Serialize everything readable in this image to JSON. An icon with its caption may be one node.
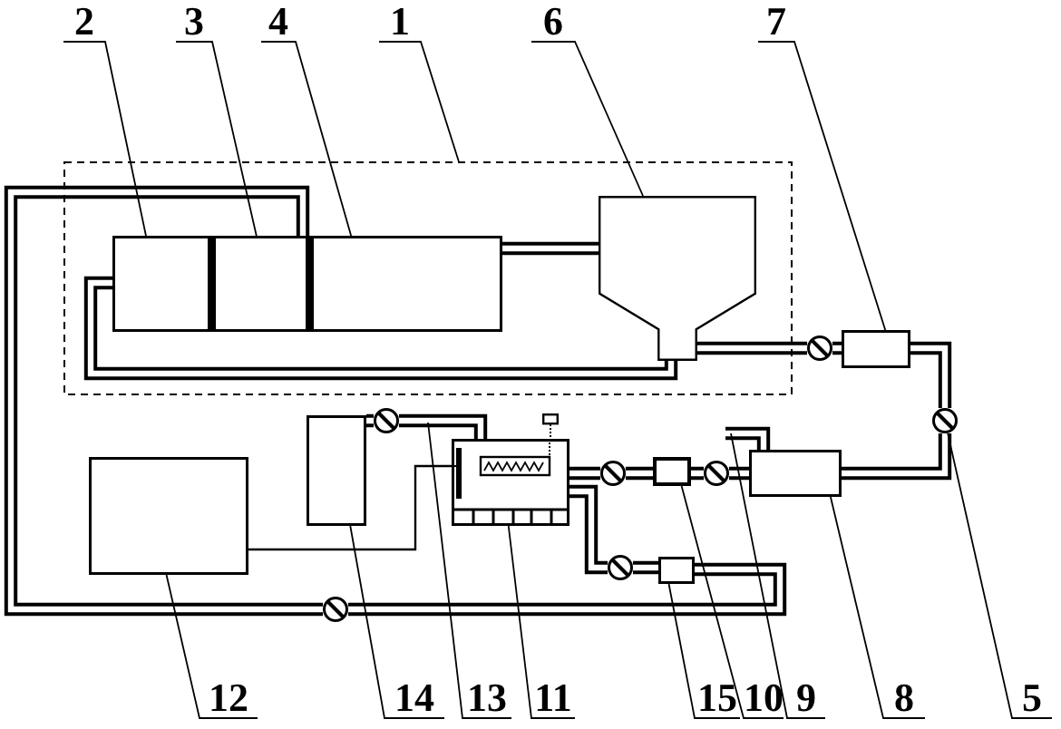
{
  "diagram": {
    "nodes": [
      {
        "text": [
          "2"
        ]
      },
      {
        "text": [
          "3"
        ]
      },
      {
        "text": [
          "4"
        ]
      },
      {
        "text": [
          "1"
        ]
      },
      {
        "text": [
          "6"
        ]
      },
      {
        "text": [
          "7"
        ]
      },
      {
        "text": [],
        "shape": "box"
      },
      {
        "text": [],
        "shape": "box",
        "in": 6
      },
      {
        "text": [],
        "shape": "box",
        "in": 6
      },
      {
        "text": [],
        "shape": "box",
        "in": 6
      },
      {
        "text": [],
        "shape": "hopper",
        "in": 6
      },
      {
        "text": [],
        "shape": "circle"
      },
      {
        "text": [],
        "shape": "box"
      },
      {
        "text": [],
        "shape": "circle"
      },
      {
        "text": [],
        "shape": "box"
      },
      {
        "text": [],
        "shape": "circle"
      },
      {
        "text": [],
        "shape": "box"
      },
      {
        "text": [],
        "shape": "circle"
      },
      {
        "text": [],
        "shape": "box"
      },
      {
        "text": [],
        "shape": "circle"
      },
      {
        "text": [],
        "shape": "box"
      },
      {
        "text": [],
        "shape": "box"
      },
      {
        "text": [],
        "shape": "circle"
      },
      {
        "text": [],
        "shape": "box"
      },
      {
        "text": [],
        "shape": "circle"
      },
      {
        "text": [
          "12"
        ]
      },
      {
        "text": [
          "14"
        ]
      },
      {
        "text": [
          "13"
        ]
      },
      {
        "text": [
          "11"
        ]
      },
      {
        "text": [
          "15"
        ]
      },
      {
        "text": [
          "10"
        ]
      },
      {
        "text": [
          "9"
        ]
      },
      {
        "text": [
          "8"
        ]
      },
      {
        "text": [
          "5"
        ]
      }
    ],
    "edges": [
      {
        "from": 0,
        "to": 7,
        "arrow": "none"
      },
      {
        "from": 1,
        "to": 8,
        "arrow": "none"
      },
      {
        "from": 2,
        "to": 9,
        "arrow": "none"
      },
      {
        "from": 3,
        "to": 6,
        "arrow": "none"
      },
      {
        "from": 4,
        "to": 10,
        "arrow": "none"
      },
      {
        "from": 5,
        "to": 12,
        "arrow": "none"
      },
      {
        "from": 9,
        "to": 10,
        "arrow": "none"
      },
      {
        "from": 10,
        "to": 11,
        "arrow": "none"
      },
      {
        "from": 11,
        "to": 12,
        "arrow": "none"
      },
      {
        "from": 10,
        "to": 7,
        "arrow": "none"
      },
      {
        "from": 12,
        "to": 13,
        "arrow": "none"
      },
      {
        "from": 13,
        "to": 20,
        "arrow": "none"
      },
      {
        "from": null,
        "to": 20,
        "arrow": "none"
      },
      {
        "from": 20,
        "to": 19,
        "arrow": "none"
      },
      {
        "from": 19,
        "to": 18,
        "arrow": "none"
      },
      {
        "from": 18,
        "to": 17,
        "arrow": "none"
      },
      {
        "from": 17,
        "to": 16,
        "arrow": "none"
      },
      {
        "from": 14,
        "to": 15,
        "arrow": "none"
      },
      {
        "from": 15,
        "to": 16,
        "arrow": "none"
      },
      {
        "from": 21,
        "to": 16,
        "arrow": "none"
      },
      {
        "from": 16,
        "to": 22,
        "arrow": "none"
      },
      {
        "from": 22,
        "to": 23,
        "arrow": "none"
      },
      {
        "from": 23,
        "to": 24,
        "arrow": "none"
      },
      {
        "from": 24,
        "to": 8,
        "arrow": "none"
      },
      {
        "from": 25,
        "to": 21,
        "arrow": "none"
      },
      {
        "from": 26,
        "to": 14,
        "arrow": "none"
      },
      {
        "from": 27,
        "to": null,
        "arrow": "none"
      },
      {
        "from": 28,
        "to": 16,
        "arrow": "none"
      },
      {
        "from": 29,
        "to": 23,
        "arrow": "none"
      },
      {
        "from": 30,
        "to": 18,
        "arrow": "none"
      },
      {
        "from": 31,
        "to": null,
        "arrow": "none"
      },
      {
        "from": 32,
        "to": 20,
        "arrow": "none"
      },
      {
        "from": 33,
        "to": 13,
        "arrow": "none"
      }
    ]
  }
}
